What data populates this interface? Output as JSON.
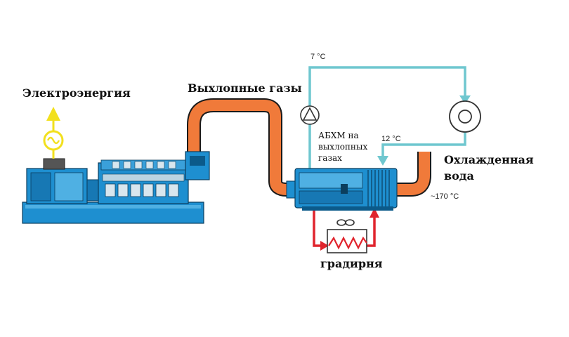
{
  "labels": {
    "electricity": "Электроэнергия",
    "exhaust": "Выхлопные газы",
    "absorber_line1": "АБХМ на",
    "absorber_line2": "выхлопных",
    "absorber_line3": "газах",
    "chilled_line1": "Охлажденная",
    "chilled_line2": "вода",
    "cooling_tower": "градирня"
  },
  "temperatures": {
    "supply": "7 °C",
    "return": "12 °C",
    "exhaust_out": "~170 °C"
  },
  "colors": {
    "machine_blue": "#1e8fd0",
    "machine_dark": "#0b5a8a",
    "exhaust_orange": "#f07a3a",
    "chilled_water": "#6fc7cf",
    "cooling_water": "#e0242d",
    "electricity_yellow": "#f2e01e"
  },
  "icons": [
    "generator-symbol-icon",
    "pump-icon",
    "fan-icon",
    "heat-exchanger-coil-icon"
  ]
}
